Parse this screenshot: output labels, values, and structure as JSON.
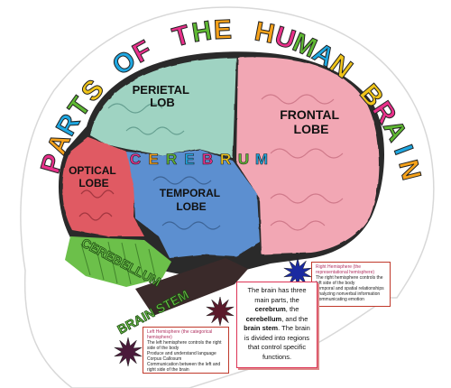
{
  "title": {
    "words": [
      {
        "text": "PARTS",
        "letters": [
          "P",
          "A",
          "R",
          "T",
          "S"
        ],
        "colors": [
          "#e8308a",
          "#f6a21a",
          "#1ea7e1",
          "#5fb833",
          "#f0c419"
        ]
      },
      {
        "text": "OF",
        "letters": [
          "O",
          "F"
        ],
        "colors": [
          "#1ea7e1",
          "#e8308a"
        ]
      },
      {
        "text": "THE",
        "letters": [
          "T",
          "H",
          "E"
        ],
        "colors": [
          "#e8308a",
          "#5fb833",
          "#f6a21a"
        ]
      },
      {
        "text": "HUMAN",
        "letters": [
          "H",
          "U",
          "M",
          "A",
          "N"
        ],
        "colors": [
          "#f6a21a",
          "#e8308a",
          "#5fb833",
          "#1ea7e1",
          "#f0c419"
        ]
      },
      {
        "text": "BRAIN",
        "letters": [
          "B",
          "R",
          "A",
          "I",
          "N"
        ],
        "colors": [
          "#f0c419",
          "#e8308a",
          "#5fb833",
          "#1ea7e1",
          "#f6a21a"
        ]
      }
    ]
  },
  "lobes": {
    "parietal": {
      "line1": "PERIETAL",
      "line2": "LOB",
      "color": "#9fd3c2"
    },
    "frontal": {
      "line1": "FRONTAL",
      "line2": "LOBE",
      "color": "#f2a7b4"
    },
    "optical": {
      "line1": "OPTICAL",
      "line2": "LOBE",
      "color": "#e05a63"
    },
    "temporal": {
      "line1": "TEMPORAL",
      "line2": "LOBE",
      "color": "#5b8fd0"
    }
  },
  "cerebrum": {
    "letters": [
      "C",
      "E",
      "R",
      "E",
      "B",
      "R",
      "U",
      "M"
    ],
    "colors": [
      "#e8308a",
      "#f6a21a",
      "#5fb833",
      "#1ea7e1",
      "#e8308a",
      "#f0c419",
      "#5fb833",
      "#1ea7e1"
    ]
  },
  "cerebellum": {
    "label": "CEREBELLUM",
    "color": "#6cc04a"
  },
  "brain_stem": {
    "label": "BRAIN STEM",
    "color": "#6cc04a"
  },
  "center_note": {
    "part1": "The brain has three main parts, the ",
    "cerebrum": "cerebrum",
    "part2": ", the ",
    "cerebellum": "cerebellum",
    "part3": ", and the ",
    "brain_stem": "brain stem",
    "part4": ". The brain is divided into regions that control specific functions."
  },
  "left_note": {
    "title": "Left Hemisphere (the categorical hemisphere)",
    "lines": [
      "The left hemisphere controls the right side of the body",
      "Produce and understand language",
      "Corpus Callosum",
      "Communication between the left and right side of the brain"
    ]
  },
  "right_note": {
    "title": "Right Hemisphere (the representational hemisphere)",
    "lines": [
      "The right hemisphere controls the left side of the body",
      "Temporal and spatial relationships",
      "Analyzing nonverbal information",
      "Communicating emotion"
    ]
  }
}
